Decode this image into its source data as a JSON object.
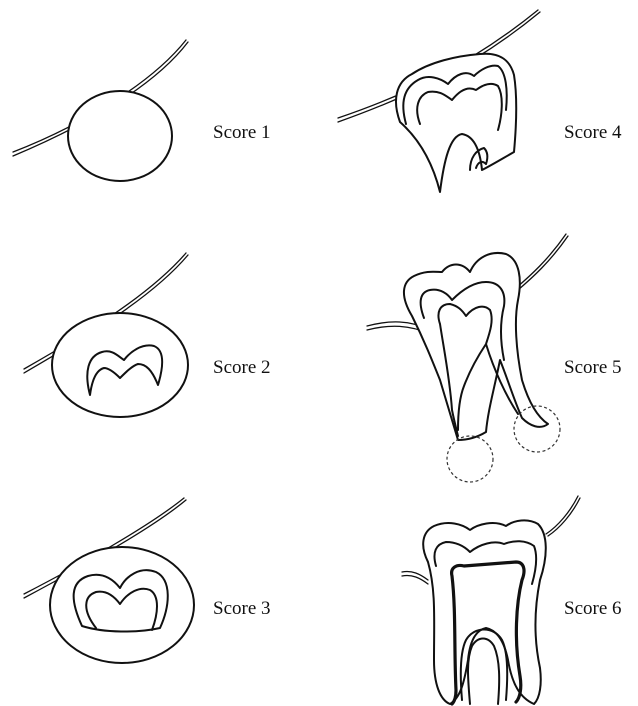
{
  "panels": [
    {
      "score_label": "Score 1"
    },
    {
      "score_label": "Score 2"
    },
    {
      "score_label": "Score 3"
    },
    {
      "score_label": "Score 4"
    },
    {
      "score_label": "Score 5"
    },
    {
      "score_label": "Score 6"
    }
  ]
}
